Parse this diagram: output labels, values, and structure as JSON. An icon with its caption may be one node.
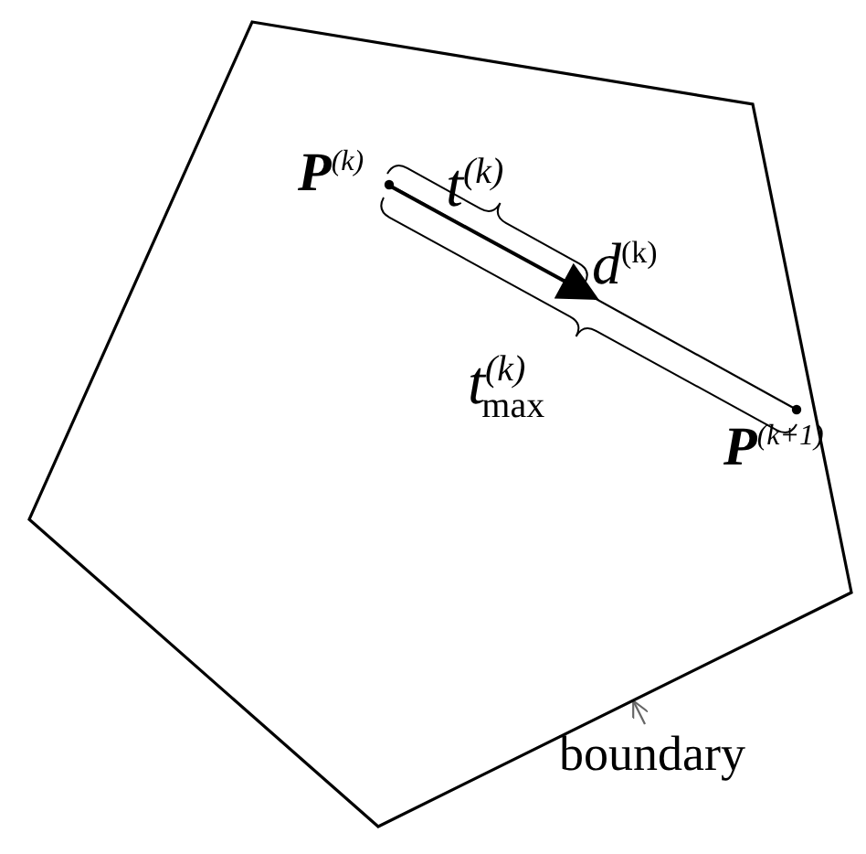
{
  "diagram": {
    "nodes": [
      {
        "text": [],
        "shape": "pentagon"
      },
      {
        "text": [
          "**P**$^{(k)}$"
        ],
        "in": 0
      },
      {
        "text": [
          "**P**$^{(k+1)}$"
        ],
        "in": 0
      },
      {
        "text": [
          "boundary"
        ]
      }
    ],
    "edges": [
      {
        "from": 1,
        "to": 2,
        "arrow": "none"
      },
      {
        "from": 3,
        "to": 0,
        "arrow": "to",
        "color": "#666666"
      }
    ],
    "labels": [
      "*t*$^{(k)}$",
      "*d*$^{(k)}$",
      "*t*$^{(k)}$$_{max}$"
    ]
  }
}
